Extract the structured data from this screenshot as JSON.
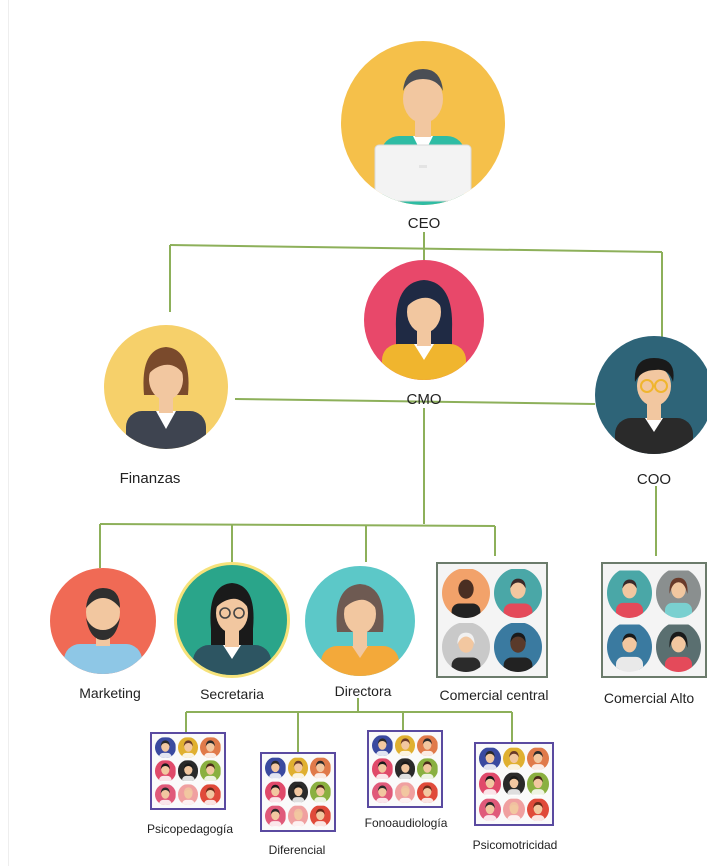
{
  "nodes": {
    "ceo": "CEO",
    "cmo": "CMO",
    "finanzas": "Finanzas",
    "coo": "COO",
    "marketing": "Marketing",
    "secretaria": "Secretaria",
    "directora": "Directora",
    "comercial_central": "Comercial central",
    "comercial_alto": "Comercial Alto",
    "psicopedagogia": "Psicopedagogía",
    "diferencial": "Diferencial",
    "fonoaudiologia": "Fonoaudiología",
    "psicomotricidad": "Psicomotricidad"
  },
  "colors": {
    "connector": "#8db05a",
    "ceo_bg": "#f5c04a",
    "cmo_bg": "#e8486a",
    "finanzas_bg": "#f6d06a",
    "coo_bg": "#2e6478",
    "marketing_bg": "#f06a55",
    "secretaria_bg": "#2aa58a",
    "directora_bg": "#5cc8c8"
  }
}
